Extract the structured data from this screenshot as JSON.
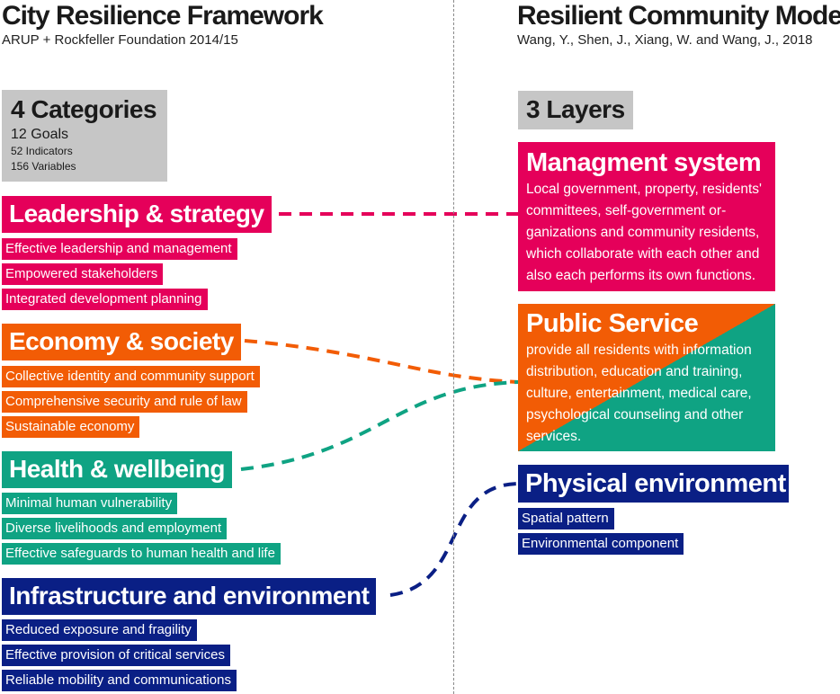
{
  "left": {
    "title": "City Resilience Framework",
    "subtitle": "ARUP + Rockfeller Foundation 2014/15",
    "summary": {
      "heading": "4 Categories",
      "goals": "12 Goals",
      "indicators": "52 Indicators",
      "variables": "156 Variables"
    },
    "categories": [
      {
        "name": "Leadership & strategy",
        "color": "#e5005a",
        "goals": [
          "Effective leadership and management",
          "Empowered stakeholders",
          "Integrated development planning"
        ]
      },
      {
        "name": "Economy & society",
        "color": "#f25c05",
        "goals": [
          "Collective identity and community support",
          "Comprehensive security and rule of law",
          "Sustainable economy"
        ]
      },
      {
        "name": "Health & wellbeing",
        "color": "#0fa383",
        "goals": [
          "Minimal human vulnerability",
          "Diverse livelihoods and employment",
          "Effective safeguards to human health and life"
        ]
      },
      {
        "name": "Infrastructure and environment",
        "color": "#0a1f85",
        "goals": [
          "Reduced exposure and fragility",
          "Effective provision of critical services",
          "Reliable mobility and communications"
        ]
      }
    ]
  },
  "right": {
    "title": "Resilient Community Model",
    "subtitle": "Wang, Y., Shen, J., Xiang, W. and Wang, J., 2018",
    "summary": {
      "heading": "3 Layers"
    },
    "layers": [
      {
        "name": "Managment system",
        "color": "#e5005a",
        "description": "Local government, property, residents' committees, self-government or-ganizations and community residents, which collaborate with each other and also each performs its own functions."
      },
      {
        "name": "Public Service",
        "colors": [
          "#f25c05",
          "#0fa383"
        ],
        "description": "provide all residents with information distribution, education and training, culture, entertainment, medical care, psychological counseling and other services."
      },
      {
        "name": "Physical environment",
        "color": "#0a1f85",
        "items": [
          "Spatial pattern",
          "Environmental component"
        ]
      }
    ]
  }
}
